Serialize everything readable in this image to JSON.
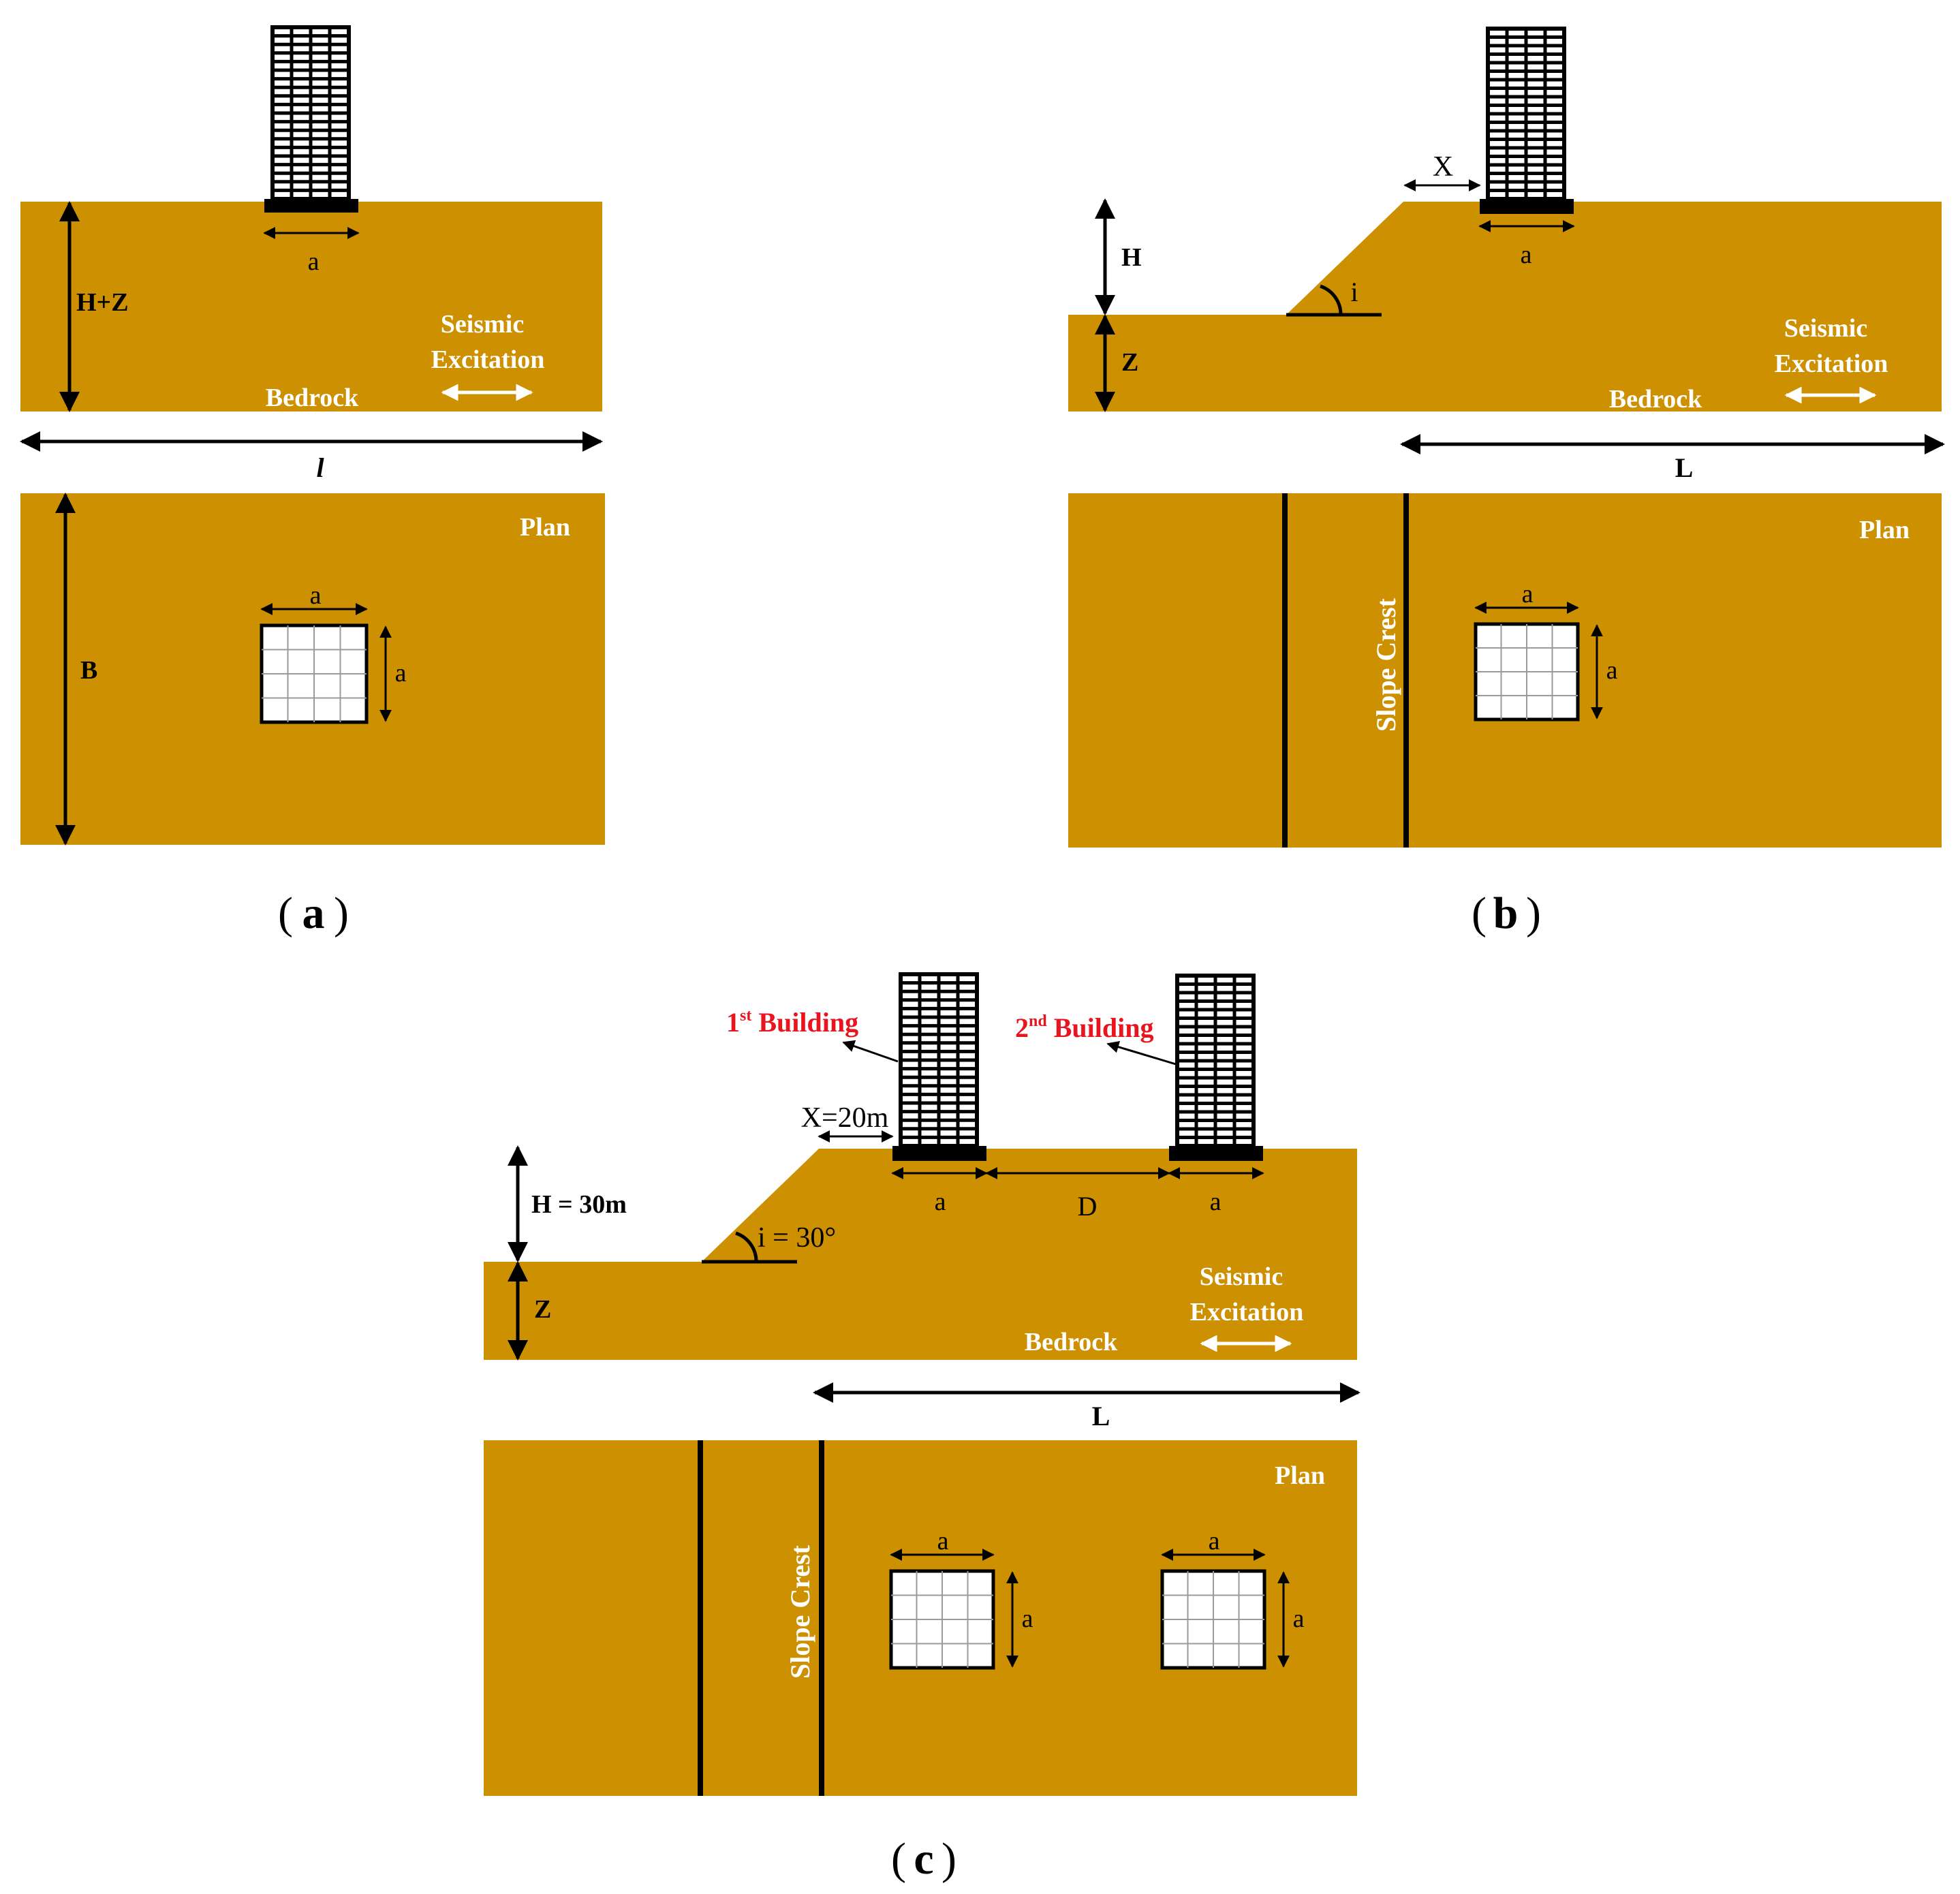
{
  "colors": {
    "soil": "#cc9000",
    "ink": "#000000",
    "text_light": "#ffffff",
    "highlight": "#e8141e"
  },
  "panel_a": {
    "caption_letter": "a",
    "label_a": "a",
    "label_height": "H+Z",
    "label_seismic_1": "Seismic",
    "label_seismic_2": "Excitation",
    "label_bedrock": "Bedrock",
    "label_length": "l",
    "label_plan": "Plan",
    "label_width": "B",
    "label_plan_a_top": "a",
    "label_plan_a_side": "a"
  },
  "panel_b": {
    "caption_letter": "b",
    "label_x": "X",
    "label_a": "a",
    "label_h": "H",
    "label_i": "i",
    "label_z": "Z",
    "label_seismic_1": "Seismic",
    "label_seismic_2": "Excitation",
    "label_bedrock": "Bedrock",
    "label_length": "L",
    "label_plan": "Plan",
    "label_slope_crest": "Slope Crest",
    "label_plan_a_top": "a",
    "label_plan_a_side": "a"
  },
  "panel_c": {
    "caption_letter": "c",
    "label_building1_num": "1",
    "label_building1_sup": "st",
    "label_building1": "Building",
    "label_building2_num": "2",
    "label_building2_sup": "nd",
    "label_building2": "Building",
    "label_x": "X=20m",
    "label_h": "H = 30m",
    "label_i": "i = 30°",
    "label_a1": "a",
    "label_d": "D",
    "label_a2": "a",
    "label_z": "Z",
    "label_seismic_1": "Seismic",
    "label_seismic_2": "Excitation",
    "label_bedrock": "Bedrock",
    "label_length": "L",
    "label_plan": "Plan",
    "label_slope_crest": "Slope Crest",
    "label_plan_a1_top": "a",
    "label_plan_a1_side": "a",
    "label_plan_a2_top": "a",
    "label_plan_a2_side": "a"
  }
}
